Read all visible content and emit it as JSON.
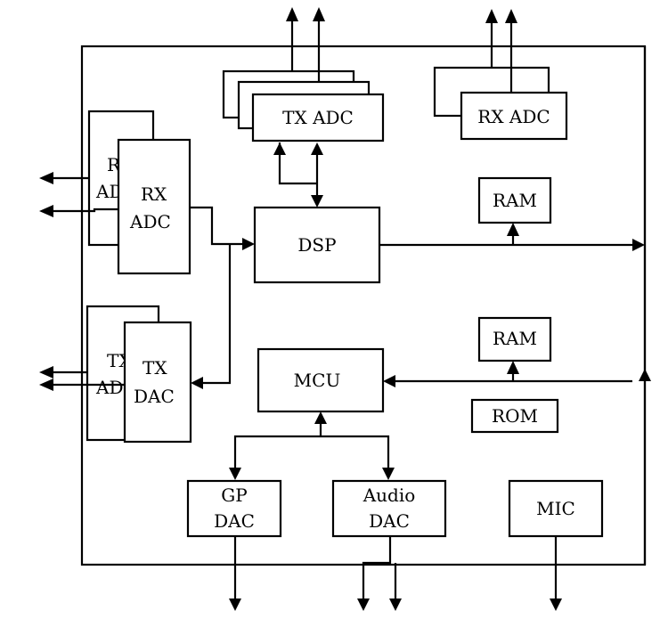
{
  "blocks": {
    "tx_adc_top": "TX ADC",
    "rx_adc_top": "RX ADC",
    "rx_adc_left_back_1": "RX",
    "rx_adc_left_back_2": "ADC",
    "rx_adc_left_front_1": "RX",
    "rx_adc_left_front_2": "ADC",
    "dsp": "DSP",
    "ram_upper": "RAM",
    "ram_lower": "RAM",
    "rom": "ROM",
    "tx_left_back_1": "TX",
    "tx_left_back_2": "ADC",
    "tx_dac_1": "TX",
    "tx_dac_2": "DAC",
    "mcu": "MCU",
    "gp_dac_1": "GP",
    "gp_dac_2": "DAC",
    "audio_dac_1": "Audio",
    "audio_dac_2": "DAC",
    "mic": "MIC"
  }
}
